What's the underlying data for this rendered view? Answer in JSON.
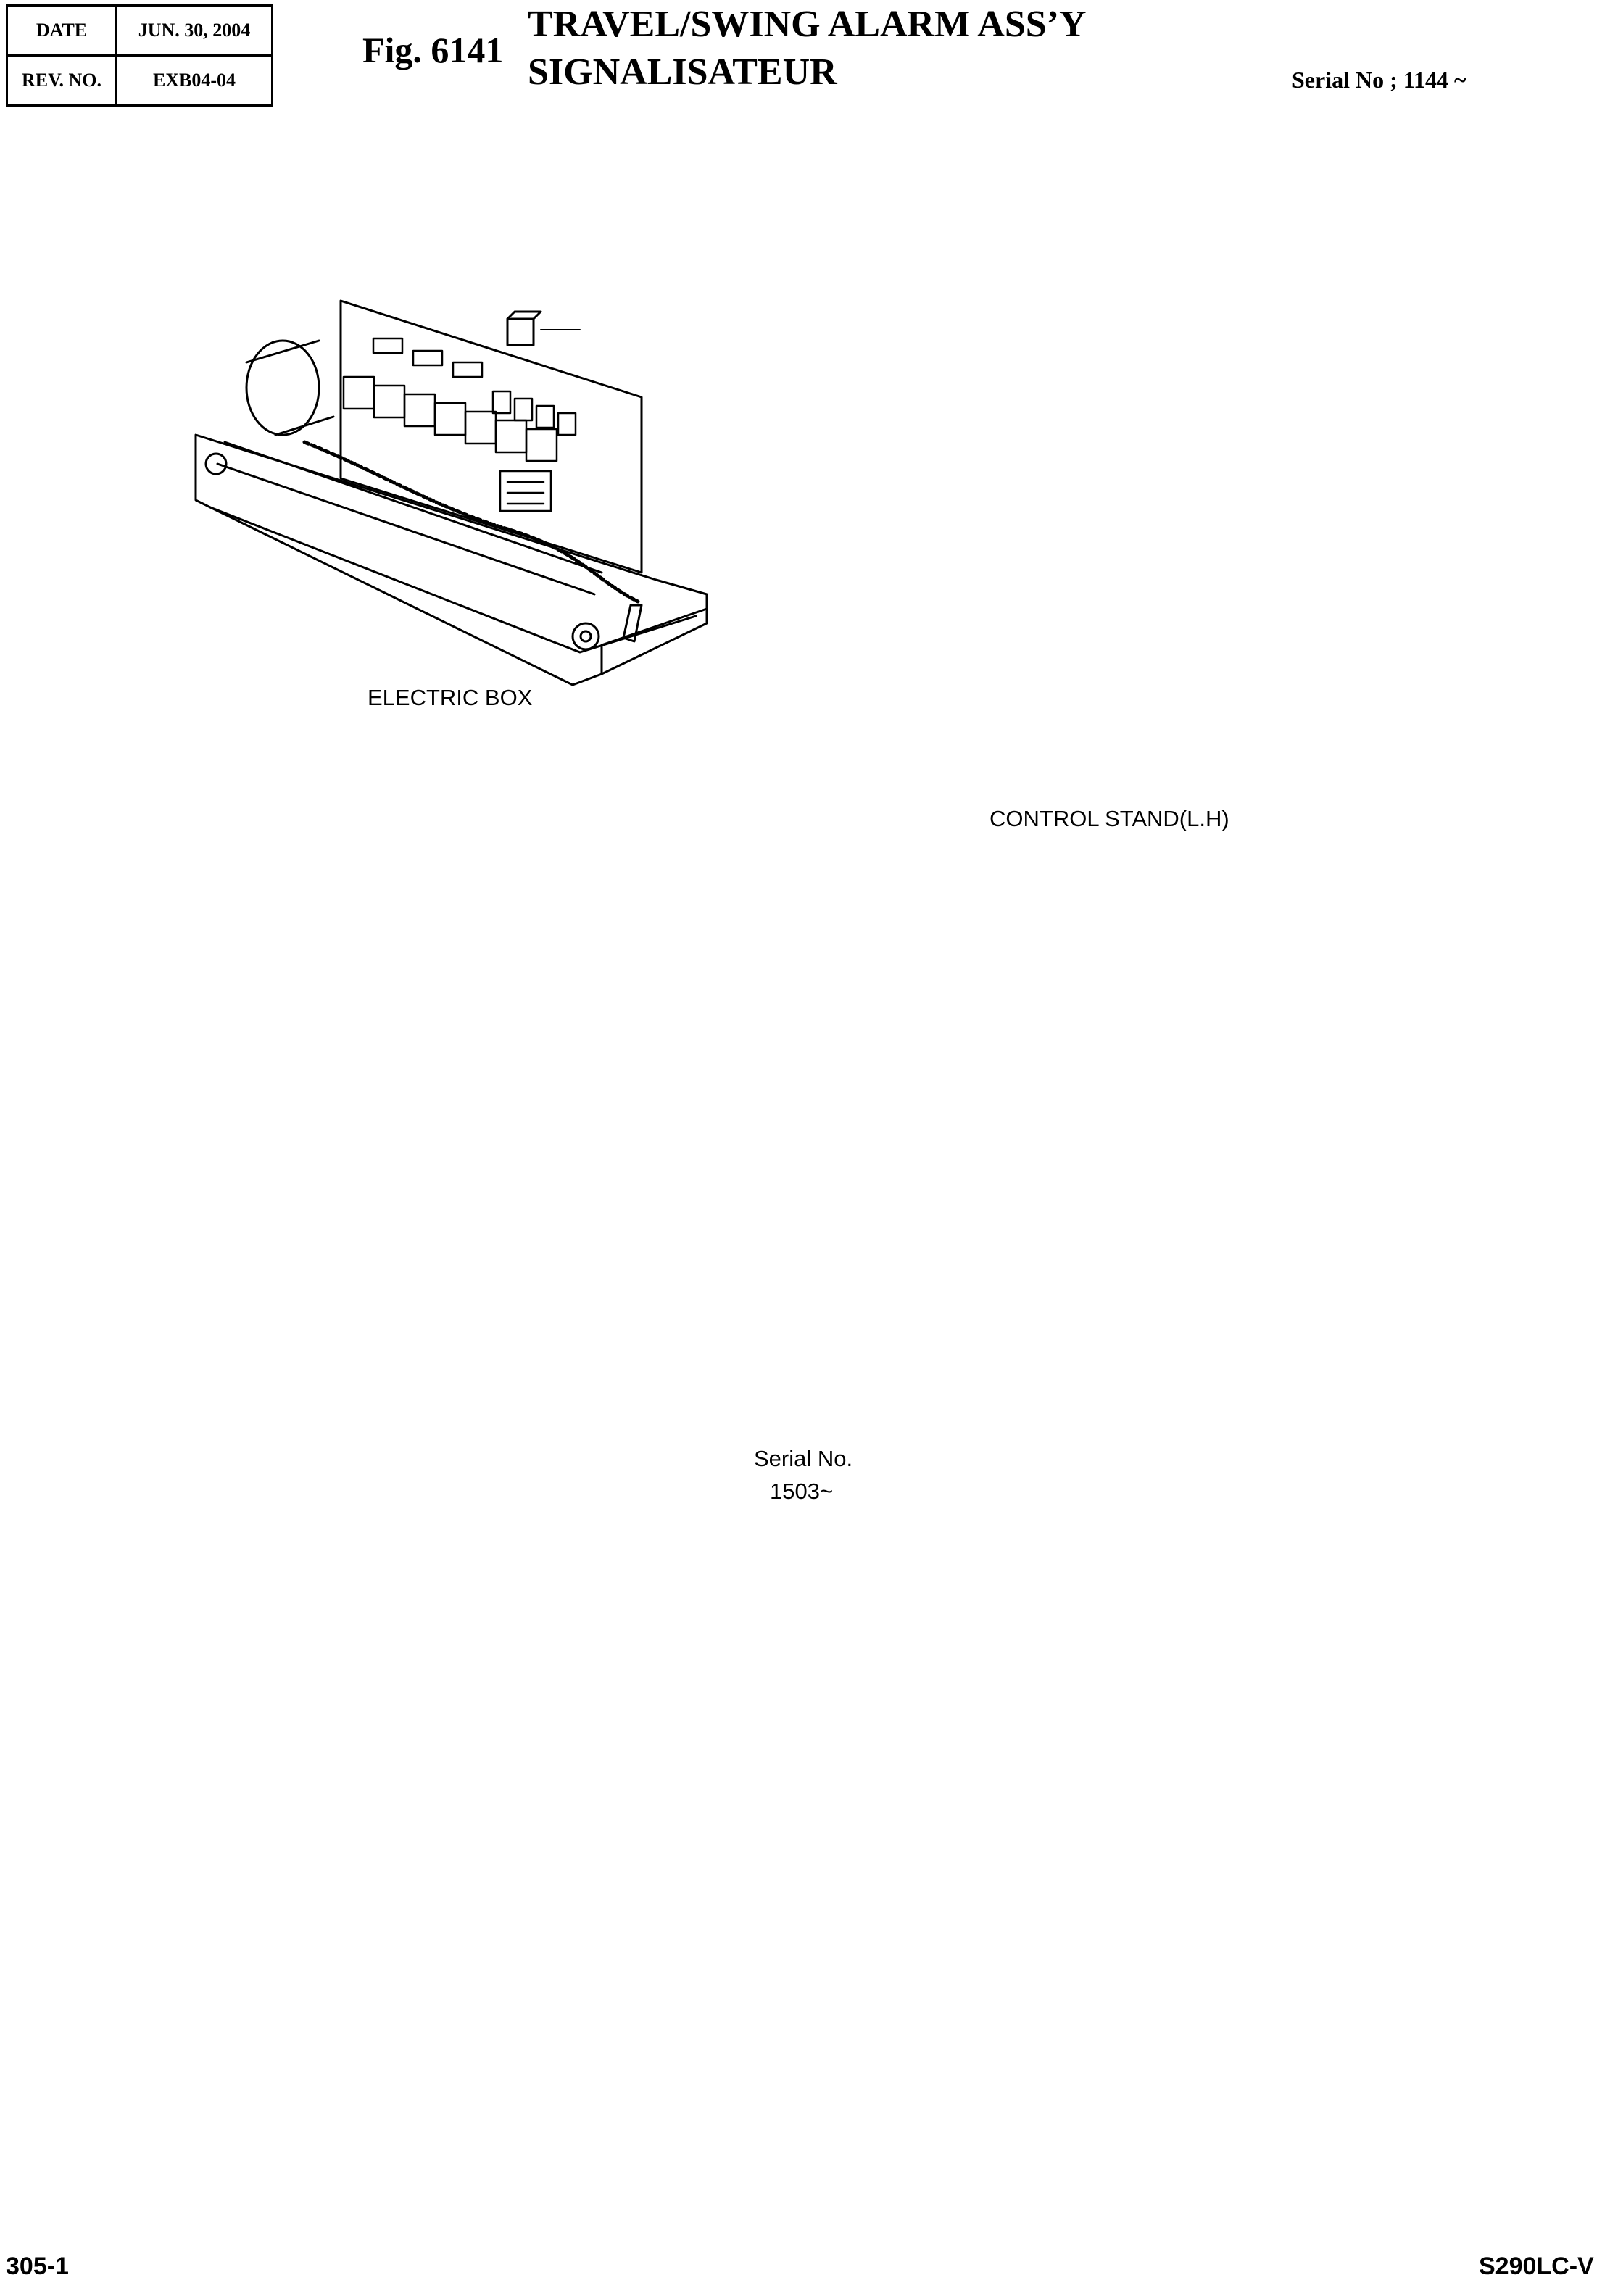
{
  "header": {
    "date_label": "DATE",
    "date_value": "JUN. 30, 2004",
    "rev_label": "REV. NO.",
    "rev_value": "EXB04-04"
  },
  "figure": {
    "number": "Fig. 6141",
    "title_en": "TRAVEL/SWING ALARM ASS’Y",
    "title_fr": "SIGNALISATEUR",
    "serial": "Serial No ; 1144 ~"
  },
  "labels": {
    "electric_box": "ELECTRIC BOX",
    "control_stand": "CONTROL STAND(L.H)",
    "serial_line1": "Serial No.",
    "serial_line2": "1503~"
  },
  "footer": {
    "page": "305-1",
    "model": "S290LC-V"
  }
}
